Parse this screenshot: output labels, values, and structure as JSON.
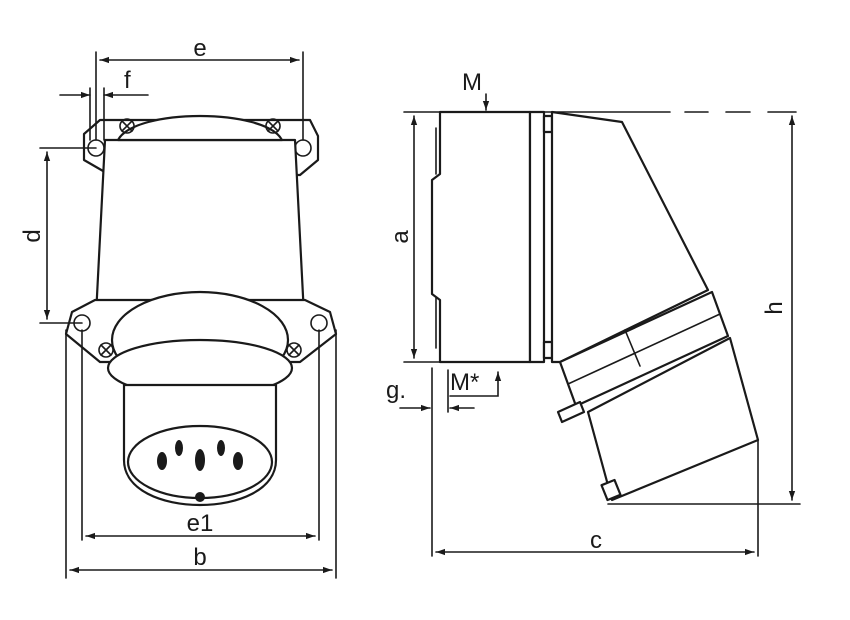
{
  "dimensions": {
    "e": "e",
    "f": "f",
    "d": "d",
    "e1": "e1",
    "b": "b",
    "M": "M",
    "a": "a",
    "h": "h",
    "g": "g.",
    "m_star": "M*",
    "c": "c"
  },
  "colors": {
    "line": "#1a1a1a",
    "background": "#ffffff"
  }
}
